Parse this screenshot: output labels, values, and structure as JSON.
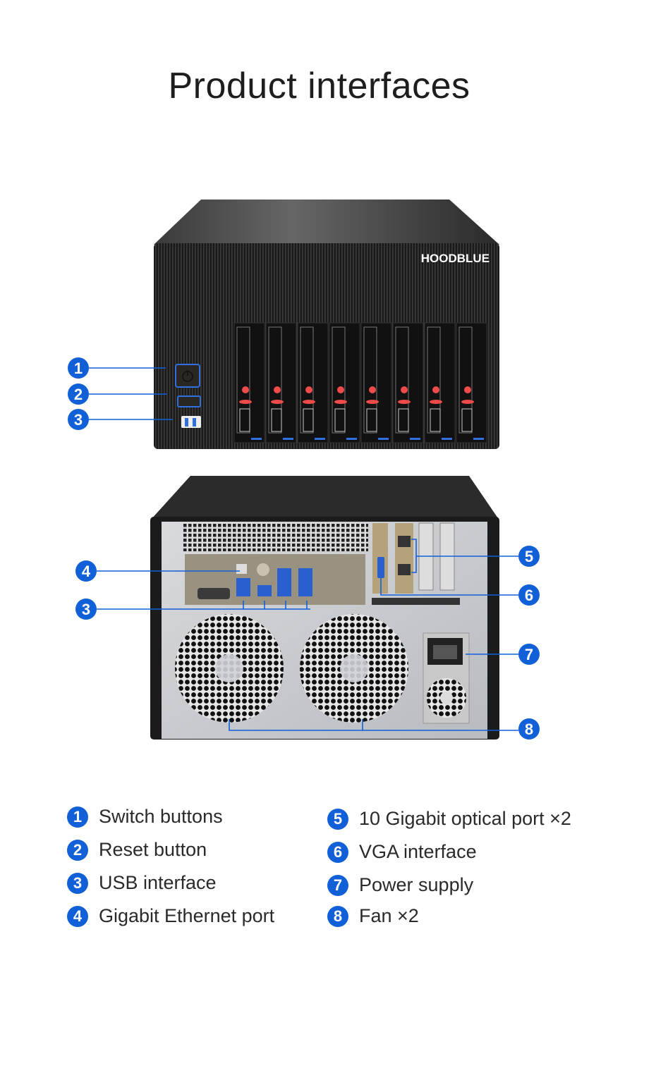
{
  "title": "Product interfaces",
  "brand_logo": "HOODBLUE",
  "accent_color": "#1160d8",
  "callouts": {
    "front": [
      "1",
      "2",
      "3"
    ],
    "back": [
      "4",
      "3",
      "5",
      "6",
      "7",
      "8"
    ]
  },
  "legend": [
    {
      "num": "1",
      "label": "Switch buttons"
    },
    {
      "num": "2",
      "label": "Reset button"
    },
    {
      "num": "3",
      "label": "USB interface"
    },
    {
      "num": "4",
      "label": "Gigabit Ethernet port"
    },
    {
      "num": "5",
      "label": "10 Gigabit optical port ×2"
    },
    {
      "num": "6",
      "label": "VGA interface"
    },
    {
      "num": "7",
      "label": "Power supply"
    },
    {
      "num": "8",
      "label": "Fan ×2"
    }
  ]
}
